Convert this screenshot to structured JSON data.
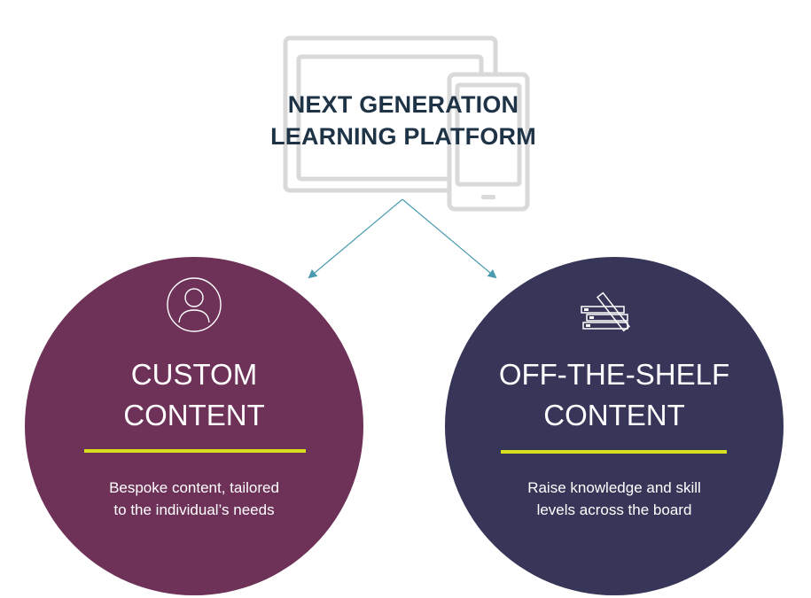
{
  "header": {
    "title_line1": "NEXT GENERATION",
    "title_line2": "LEARNING PLATFORM",
    "icon": "monitor-tablet-icon"
  },
  "custom": {
    "icon": "user-icon",
    "title_line1": "CUSTOM",
    "title_line2": "CONTENT",
    "desc_line1": "Bespoke content, tailored",
    "desc_line2": "to the individual’s needs",
    "color": "#6e3158"
  },
  "shelf": {
    "icon": "books-shelf-icon",
    "title_line1": "OFF-THE-SHELF",
    "title_line2": "CONTENT",
    "desc_line1": "Raise knowledge and skill",
    "desc_line2": "levels across the board",
    "color": "#373658"
  },
  "colors": {
    "accent_rule": "#d8df1e",
    "arrow": "#4a9bb0",
    "title_text": "#1f3347",
    "device_outline": "#d8d8d8"
  }
}
